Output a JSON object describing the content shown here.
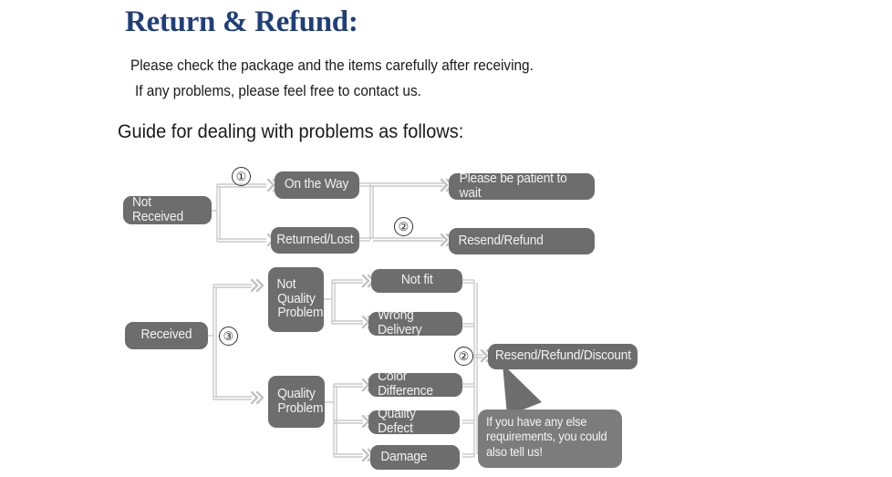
{
  "header": {
    "title": "Return & Refund:",
    "intro_line_1": "Please check the package and the items carefully after receiving.",
    "intro_line_2": "If any problems, please feel free to contact us.",
    "guide_heading": "Guide for dealing with problems as follows:"
  },
  "colors": {
    "title": "#1f3f7a",
    "node_fill": "#6d6d6d",
    "node_text": "#f2f2f2",
    "callout_fill": "#7c7c7c",
    "connector": "#c9c9c9",
    "background": "#ffffff"
  },
  "flow": {
    "markers": [
      {
        "id": "marker-1",
        "label": "①"
      },
      {
        "id": "marker-2a",
        "label": "②"
      },
      {
        "id": "marker-3",
        "label": "③"
      },
      {
        "id": "marker-2b",
        "label": "②"
      }
    ],
    "nodes": {
      "not_received": "Not Received",
      "on_the_way": "On the Way",
      "returned_lost": "Returned/Lost",
      "please_wait": "Please be patient to wait",
      "resend_refund": "Resend/Refund",
      "received": "Received",
      "not_quality_problem_l1": "Not",
      "not_quality_problem_l2": "Quality",
      "not_quality_problem_l3": "Problem",
      "not_fit": "Not fit",
      "wrong_delivery": "Wrong Delivery",
      "quality_problem_l1": "Quality",
      "quality_problem_l2": "Problem",
      "color_difference": "Color Difference",
      "quality_defect": "Quality Defect",
      "damage": "Damage",
      "resend_refund_discount": "Resend/Refund/Discount"
    },
    "callout": {
      "line_1": "If you have any else",
      "line_2": "requirements, you could",
      "line_3": "also tell us!"
    }
  }
}
